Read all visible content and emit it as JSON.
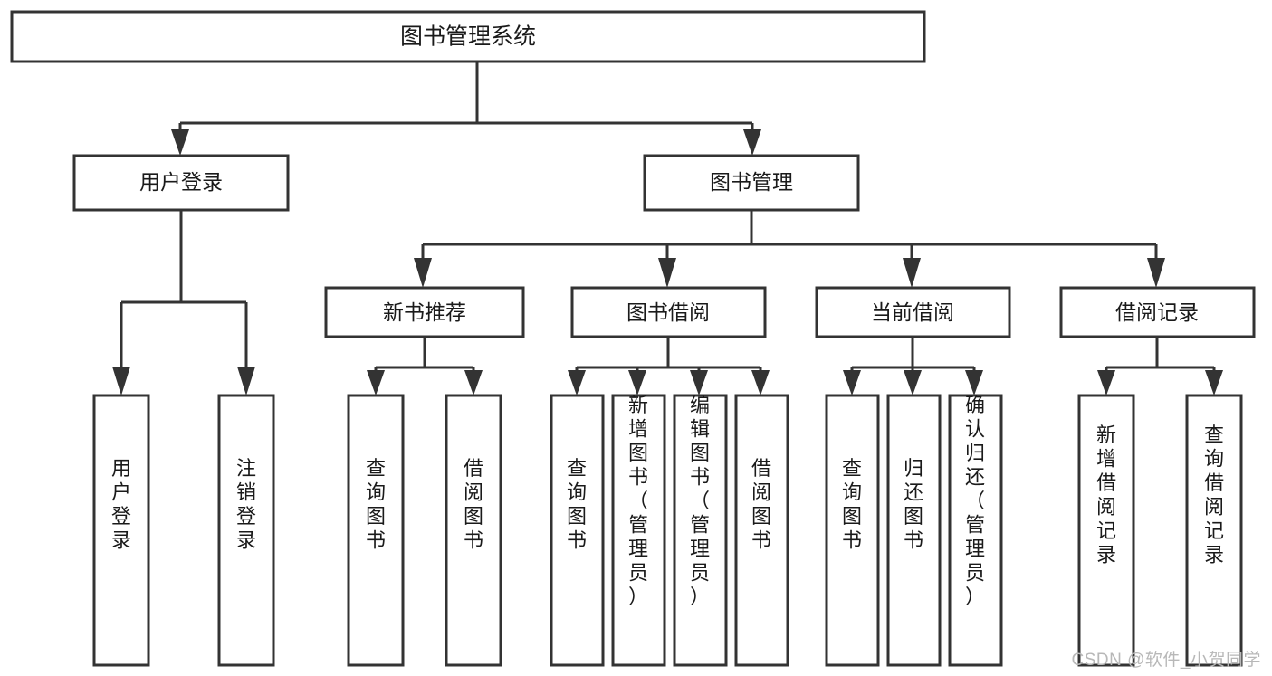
{
  "diagram": {
    "type": "tree",
    "title": "图书管理系统",
    "root": {
      "label": "图书管理系统"
    },
    "level2": [
      {
        "label": "用户登录"
      },
      {
        "label": "图书管理"
      }
    ],
    "level3": [
      {
        "label": "新书推荐"
      },
      {
        "label": "图书借阅"
      },
      {
        "label": "当前借阅"
      },
      {
        "label": "借阅记录"
      }
    ],
    "leaves": {
      "user_login": [
        {
          "label": "用户登录"
        },
        {
          "label": "注销登录"
        }
      ],
      "new_book_recommend": [
        {
          "label": "查询图书"
        },
        {
          "label": "借阅图书"
        }
      ],
      "book_borrow": [
        {
          "label": "查询图书"
        },
        {
          "label": "新增图书（管理员）"
        },
        {
          "label": "编辑图书（管理员）"
        },
        {
          "label": "借阅图书"
        }
      ],
      "current_borrow": [
        {
          "label": "查询图书"
        },
        {
          "label": "归还图书"
        },
        {
          "label": "确认归还（管理员）"
        }
      ],
      "borrow_record": [
        {
          "label": "新增借阅记录"
        },
        {
          "label": "查询借阅记录"
        }
      ]
    }
  },
  "watermark": {
    "text": "CSDN @软件_小贺同学"
  },
  "colors": {
    "stroke": "#333333",
    "fill": "#ffffff",
    "text": "#1a1a1a",
    "watermark": "#b8b8b8"
  }
}
